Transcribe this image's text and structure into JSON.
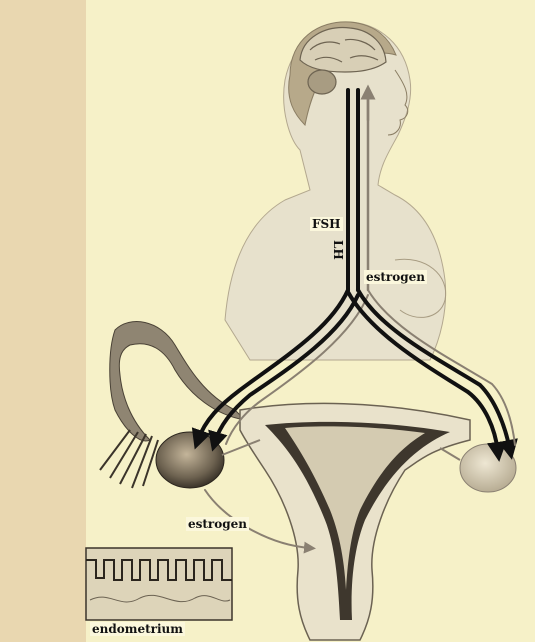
{
  "labels": {
    "fsh": "FSH",
    "lh": "LH",
    "estrogen_top": "estrogen",
    "estrogen_bottom": "estrogen",
    "endometrium": "endometrium"
  }
}
